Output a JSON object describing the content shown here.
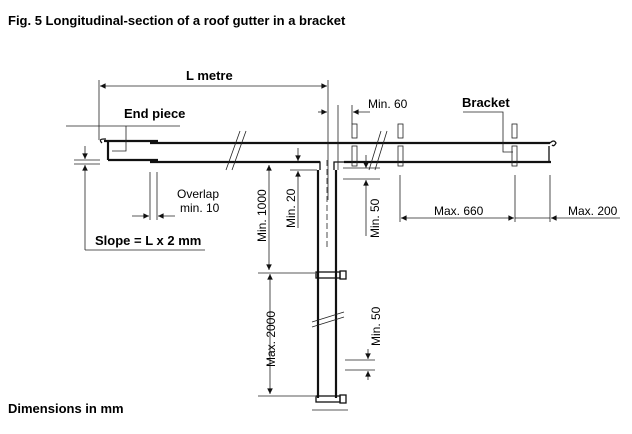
{
  "figure": {
    "title": "Fig. 5  Longitudinal-section of a roof gutter in a bracket",
    "footer": "Dimensions in mm"
  },
  "labels": {
    "length": "L metre",
    "end_piece": "End piece",
    "bracket": "Bracket",
    "overlap_line1": "Overlap",
    "overlap_line2": "min. 10",
    "slope": "Slope = L x 2 mm",
    "min_60": "Min. 60",
    "min_20": "Min. 20",
    "min_1000": "Min. 1000",
    "min_50_outlet": "Min. 50",
    "max_660": "Max. 660",
    "max_200": "Max. 200",
    "max_2000": "Max. 2000",
    "min_50_pipe": "Min. 50"
  }
}
